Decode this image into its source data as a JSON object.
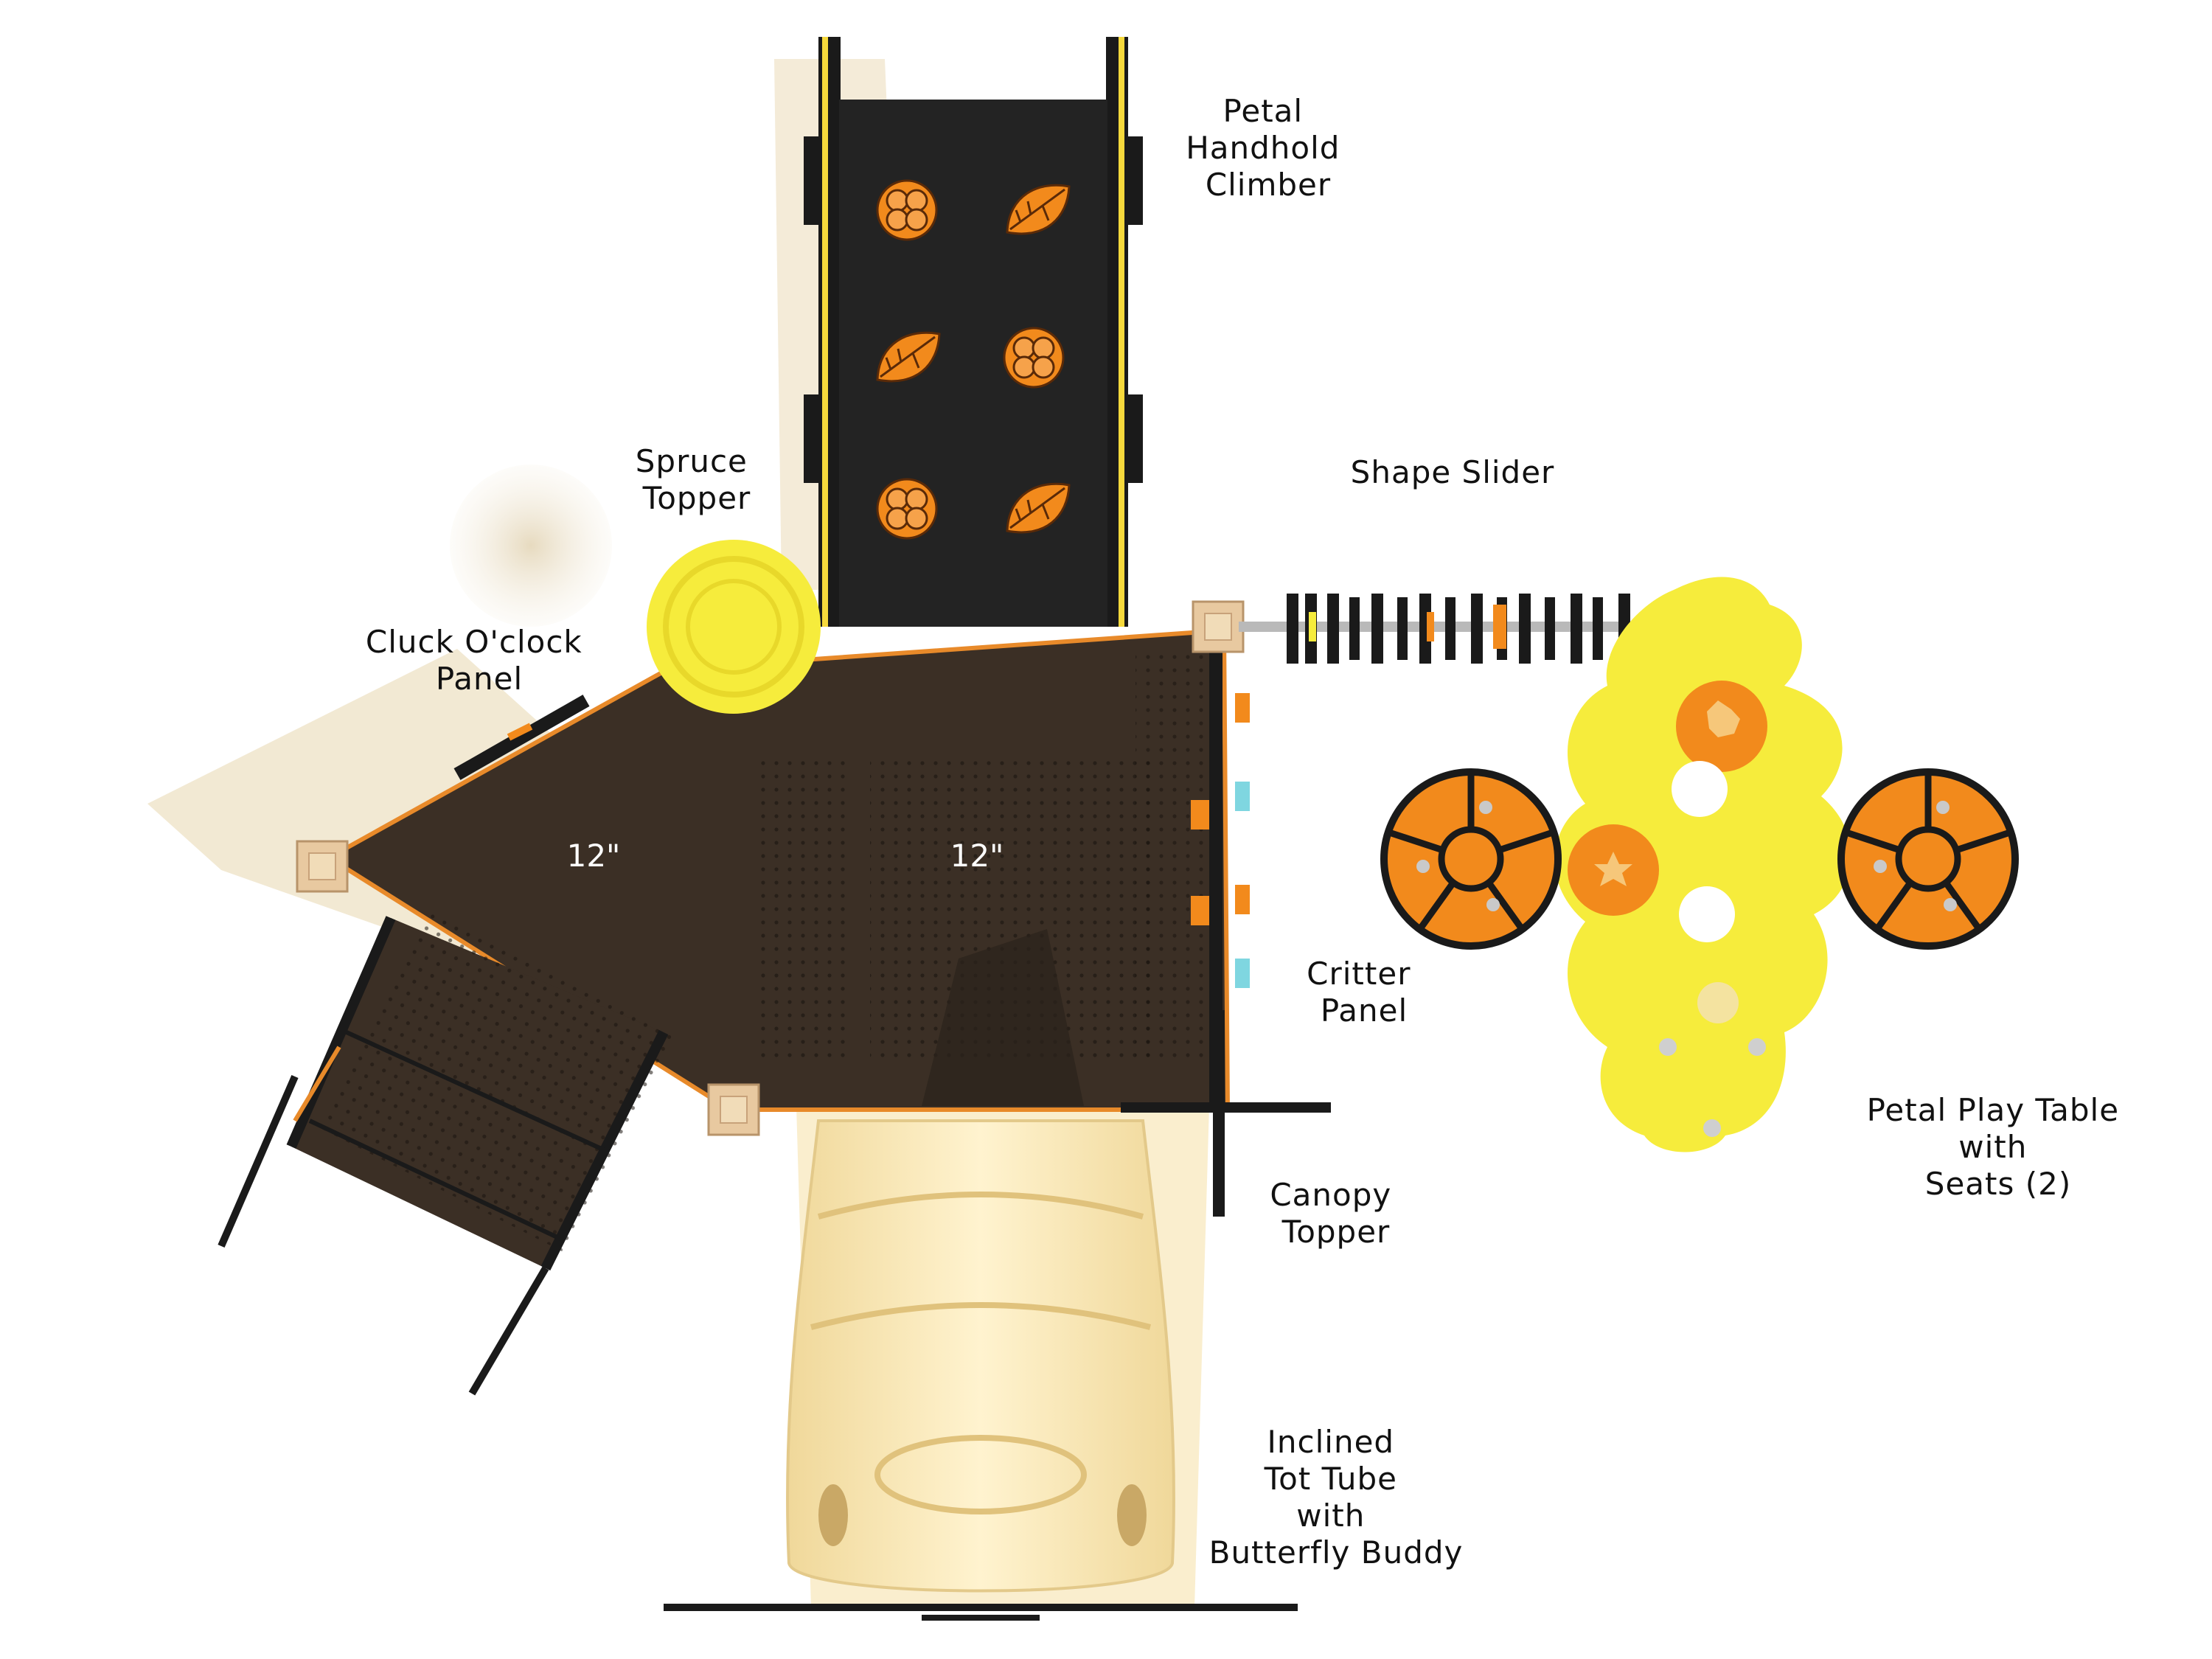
{
  "labels": {
    "petal_handhold_climber": [
      "Petal",
      "Handhold",
      "Climber"
    ],
    "spruce_topper": [
      "Spruce",
      "Topper"
    ],
    "shape_slider": [
      "Shape Slider"
    ],
    "cluck_oclock_panel": [
      "Cluck O'clock",
      "Panel"
    ],
    "critter_panel": [
      "Critter",
      "Panel"
    ],
    "petal_play_table": [
      "Petal Play Table",
      "with",
      "Seats (2)"
    ],
    "canopy_topper": [
      "Canopy",
      "Topper"
    ],
    "inclined_tot_tube": [
      "Inclined",
      "Tot Tube",
      "with",
      "Butterfly Buddy"
    ]
  },
  "deck_heights": {
    "left": "12\"",
    "right": "12\""
  },
  "colors": {
    "deck": "#3b2f25",
    "panel_black": "#222222",
    "orange": "#f28a1c",
    "yellow": "#f6ec3c",
    "tube_cream": "#f9e7b0",
    "post_tan": "#e8c9a0"
  }
}
